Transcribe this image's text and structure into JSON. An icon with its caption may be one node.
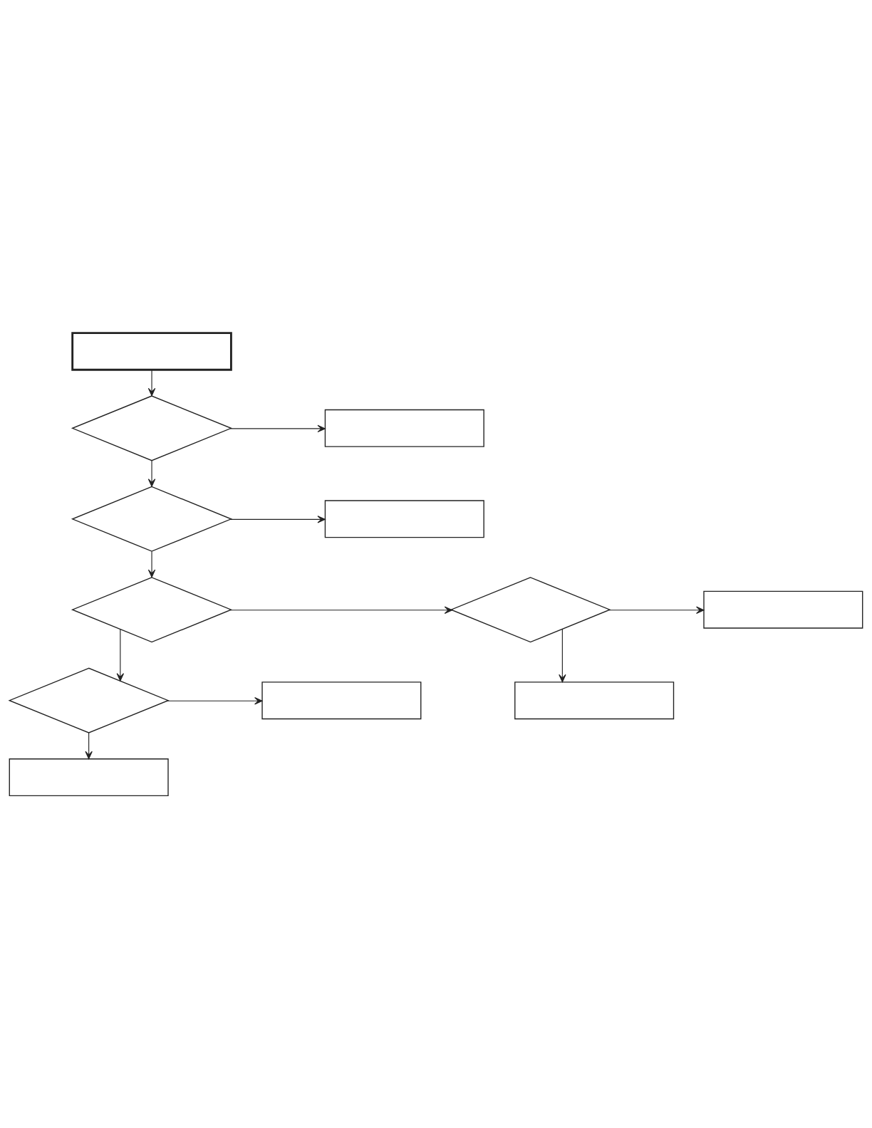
{
  "diagram": {
    "nodes": [
      {
        "text": [],
        "shape": "box"
      },
      {
        "text": [],
        "shape": "diamond"
      },
      {
        "text": [],
        "shape": "box"
      },
      {
        "text": [],
        "shape": "diamond"
      },
      {
        "text": [],
        "shape": "box"
      },
      {
        "text": [],
        "shape": "diamond"
      },
      {
        "text": [],
        "shape": "diamond"
      },
      {
        "text": [],
        "shape": "box"
      },
      {
        "text": [],
        "shape": "box"
      },
      {
        "text": [],
        "shape": "diamond"
      },
      {
        "text": [],
        "shape": "box"
      },
      {
        "text": [],
        "shape": "box"
      }
    ],
    "edges": [
      {
        "from": 0,
        "to": 1,
        "arrow": "to"
      },
      {
        "from": 1,
        "to": 2,
        "arrow": "to"
      },
      {
        "from": 1,
        "to": 3,
        "arrow": "to"
      },
      {
        "from": 3,
        "to": 4,
        "arrow": "to"
      },
      {
        "from": 3,
        "to": 5,
        "arrow": "to"
      },
      {
        "from": 5,
        "to": 6,
        "arrow": "to"
      },
      {
        "from": 6,
        "to": 7,
        "arrow": "to"
      },
      {
        "from": 6,
        "to": 8,
        "arrow": "to"
      },
      {
        "from": 5,
        "to": 9,
        "arrow": "to"
      },
      {
        "from": 9,
        "to": 10,
        "arrow": "to"
      },
      {
        "from": 9,
        "to": 11,
        "arrow": "to"
      }
    ]
  }
}
